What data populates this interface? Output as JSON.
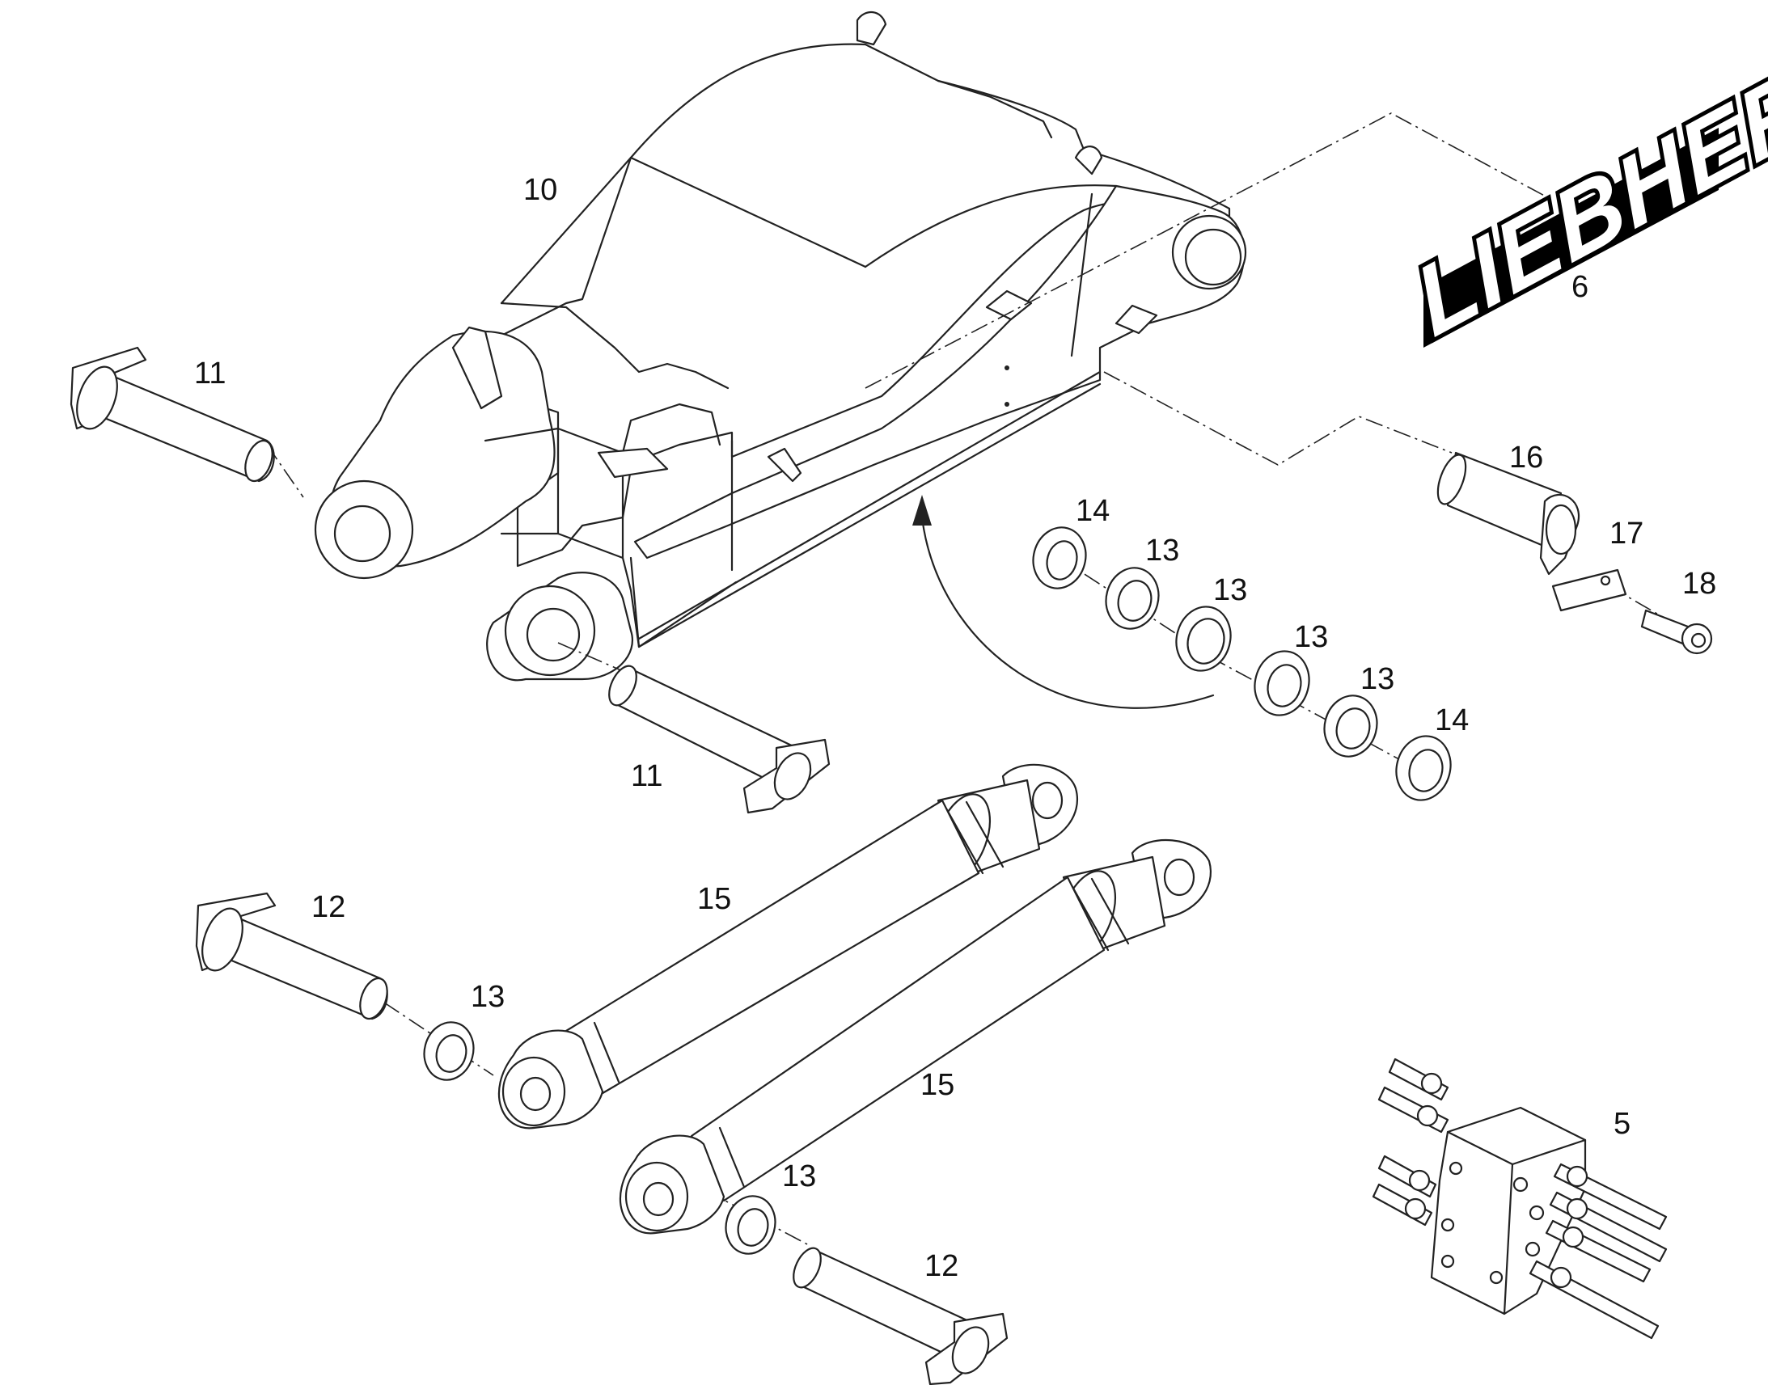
{
  "callouts": {
    "boom": "10",
    "logo": "6",
    "pin_upper_left": "11",
    "pin_upper_bottom": "11",
    "pin_16": "16",
    "plate_17": "17",
    "bolt_18": "18",
    "washer_14_top": "14",
    "washer_13_a": "13",
    "washer_13_b": "13",
    "washer_13_c": "13",
    "washer_13_d": "13",
    "washer_14_bottom": "14",
    "cylinder_upper": "15",
    "cylinder_lower": "15",
    "pin_12_left": "12",
    "pin_12_bottom": "12",
    "washer_13_left": "13",
    "washer_13_lower": "13",
    "valve_block": "5"
  },
  "logo": {
    "brand": "LIEBHERR"
  }
}
